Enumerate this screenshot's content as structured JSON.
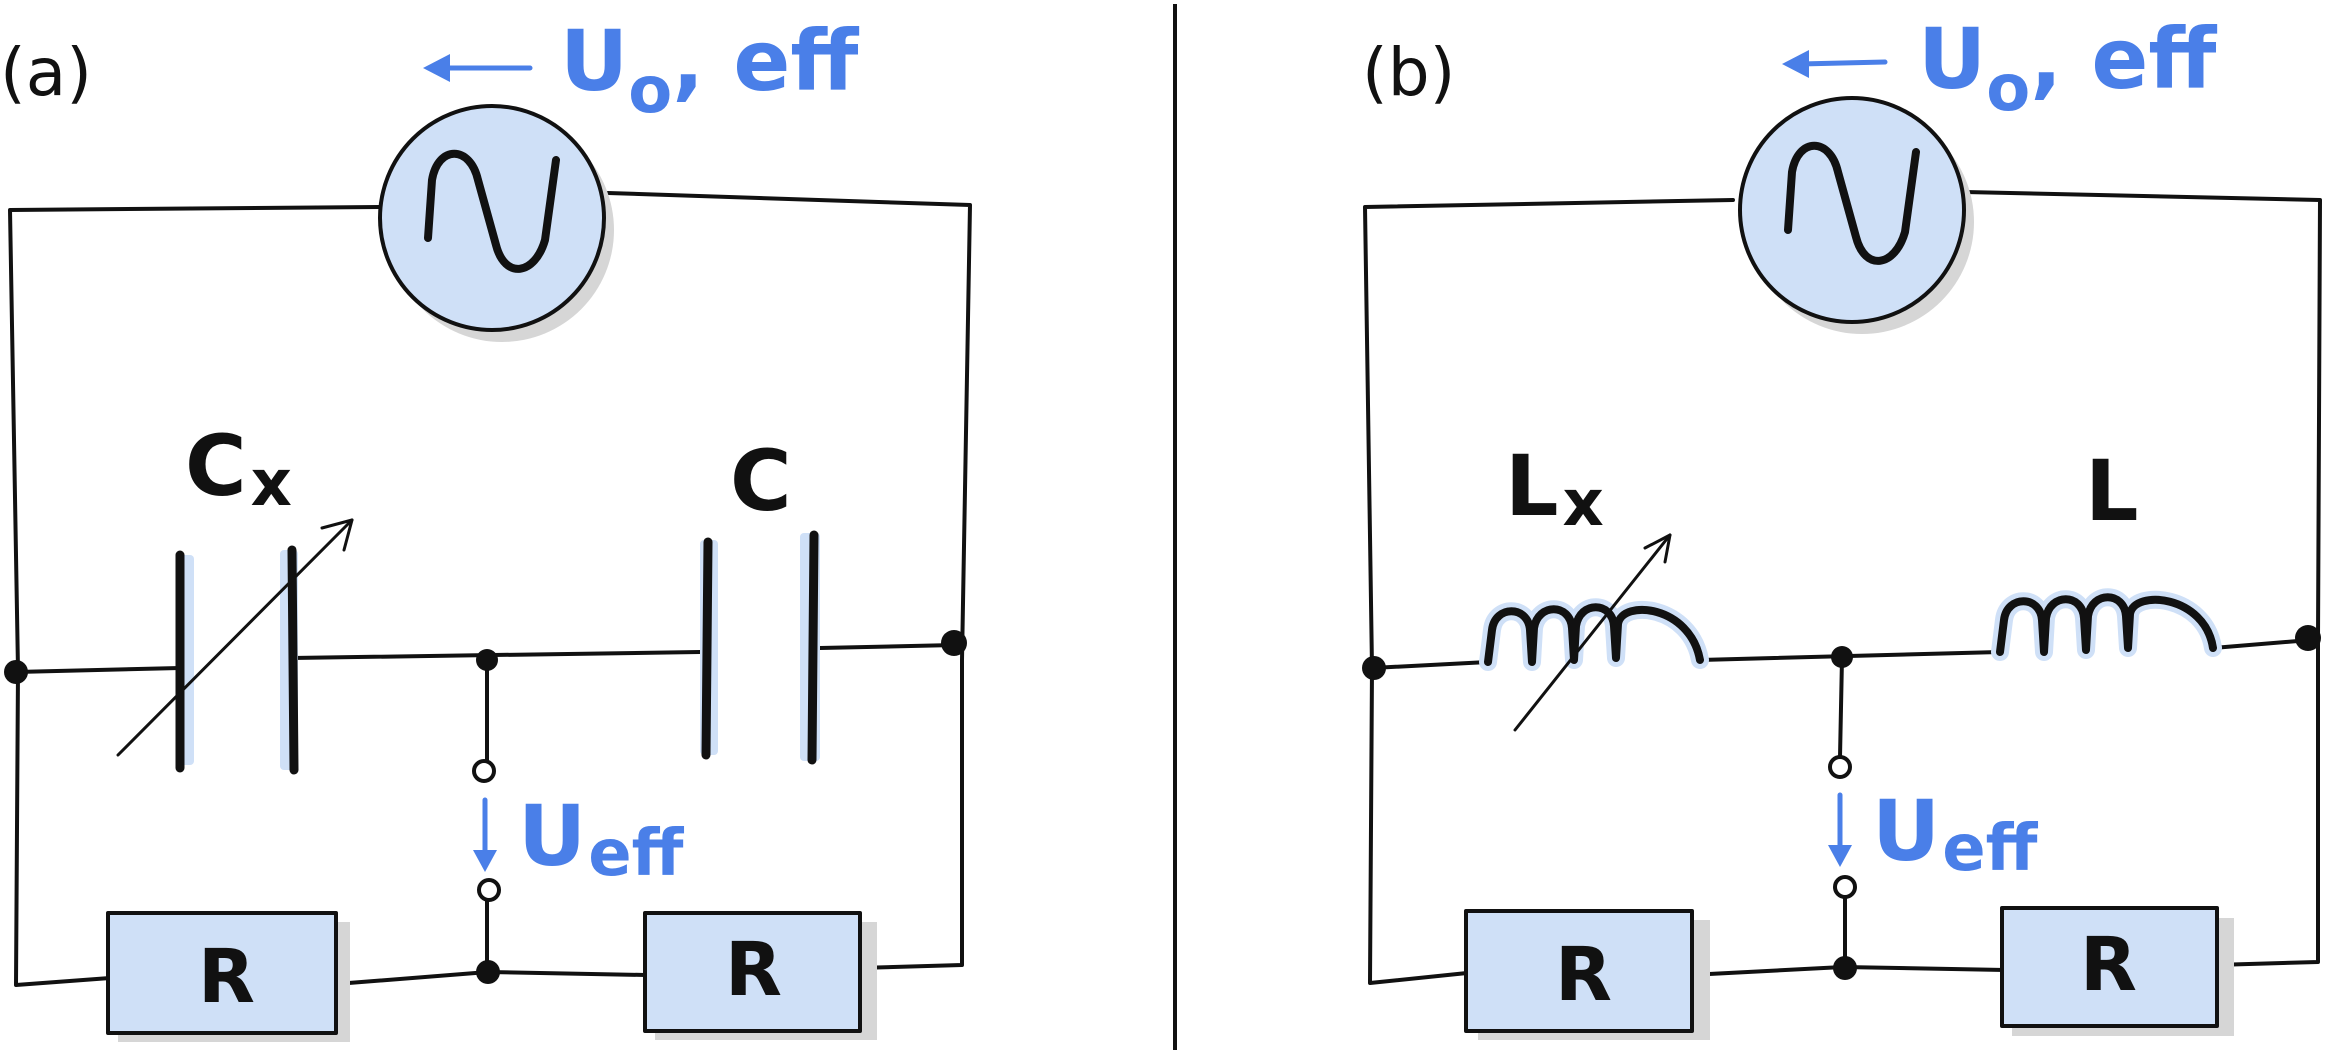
{
  "panels": {
    "a": {
      "label": "(a)",
      "source_label": "U",
      "source_sub": "o",
      "source_suffix": ", eff",
      "meas_label": "U",
      "meas_sub": "eff",
      "var_label": "C",
      "var_sub": "x",
      "fixed_label": "C",
      "resistor_left": "R",
      "resistor_right": "R"
    },
    "b": {
      "label": "(b)",
      "source_label": "U",
      "source_sub": "o",
      "source_suffix": ", eff",
      "meas_label": "U",
      "meas_sub": "eff",
      "var_label": "L",
      "var_sub": "x",
      "fixed_label": "L",
      "resistor_left": "R",
      "resistor_right": "R"
    }
  },
  "colors": {
    "ink": "#111111",
    "accent": "#4a7fe8",
    "fill": "#cfe0f7",
    "shadow": "#d6d6d6"
  }
}
